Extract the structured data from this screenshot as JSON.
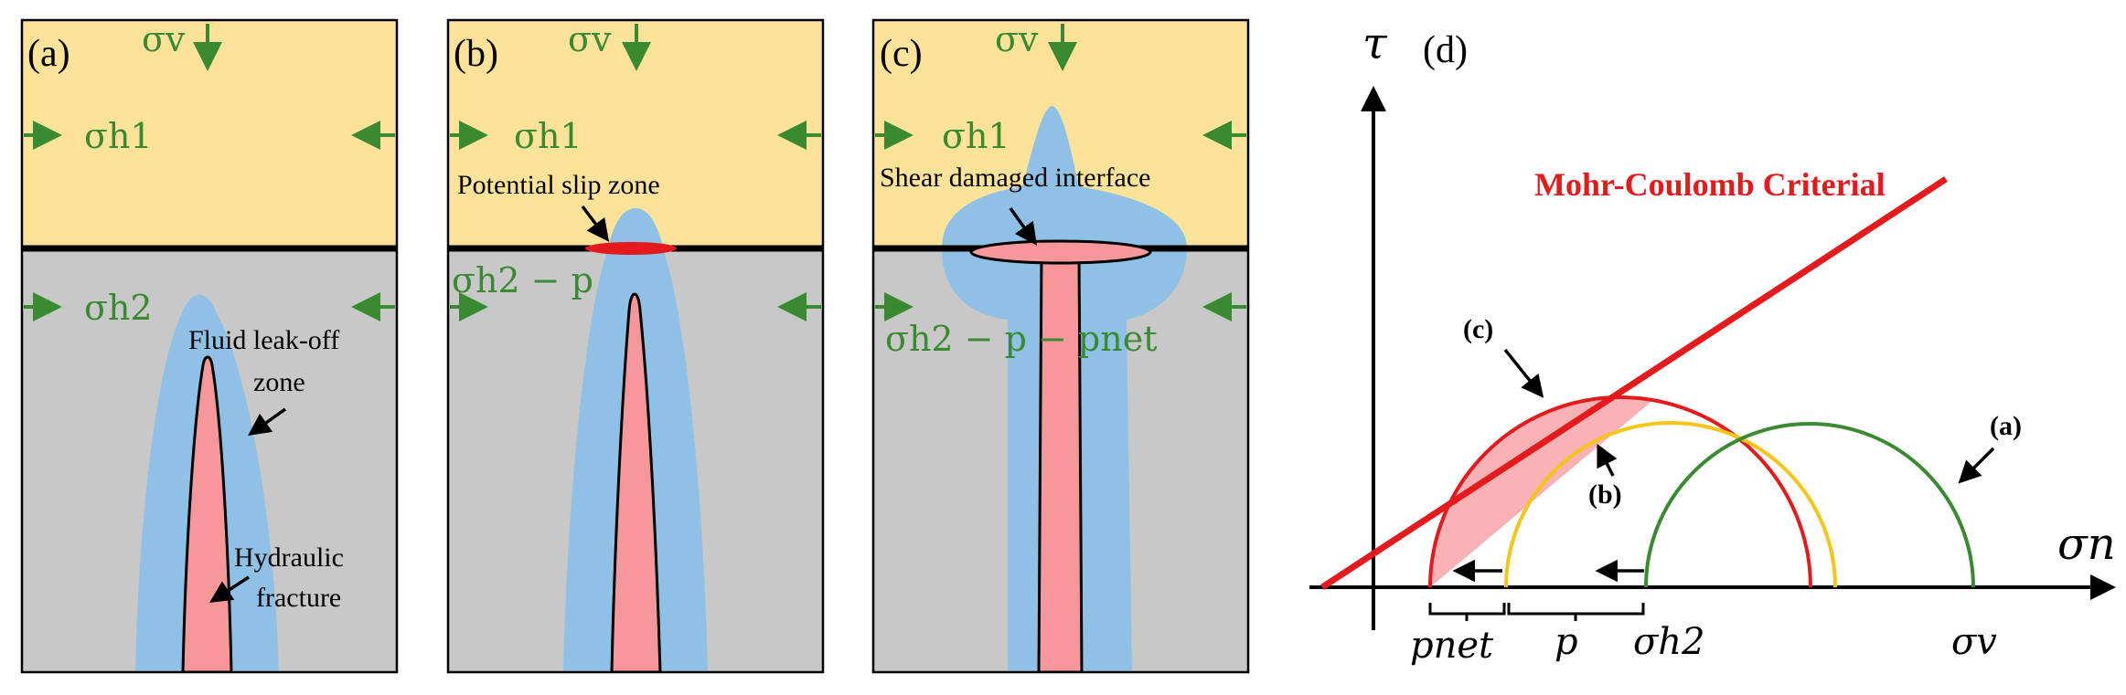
{
  "panel_a": {
    "tag": "(a)",
    "stress_v": "σv",
    "stress_h1": "σh1",
    "stress_h2": "σh2",
    "leakoff_line1": "Fluid leak-off",
    "leakoff_line2": "zone",
    "fracture_line1": "Hydraulic",
    "fracture_line2": "fracture"
  },
  "panel_b": {
    "tag": "(b)",
    "stress_v": "σv",
    "stress_h1": "σh1",
    "stress_h2": "σh2 − p",
    "slip_label": "Potential slip zone"
  },
  "panel_c": {
    "tag": "(c)",
    "stress_v": "σv",
    "stress_h1": "σh1",
    "stress_h2": "σh2 − p − pnet",
    "damage_label": "Shear damaged interface"
  },
  "panel_d": {
    "tag": "(d)",
    "y_axis": "τ",
    "x_axis": "σn",
    "criterion": "Mohr-Coulomb Criterial",
    "circle_c": "(c)",
    "circle_b": "(b)",
    "circle_a": "(a)",
    "tick_pnet": "pnet",
    "tick_p": "p",
    "tick_sh2": "σh2",
    "tick_sv": "σv"
  },
  "colors": {
    "upper_layer": "#fde39a",
    "lower_layer": "#c8c8c8",
    "leakoff": "#8fc1e6",
    "fracture": "#f6979b",
    "stress_arrows": "#3a8a32",
    "criterion_line": "#e41a1c",
    "circle_a": "#3a8a32",
    "circle_b": "#f5c518",
    "circle_c": "#e41a1c"
  }
}
